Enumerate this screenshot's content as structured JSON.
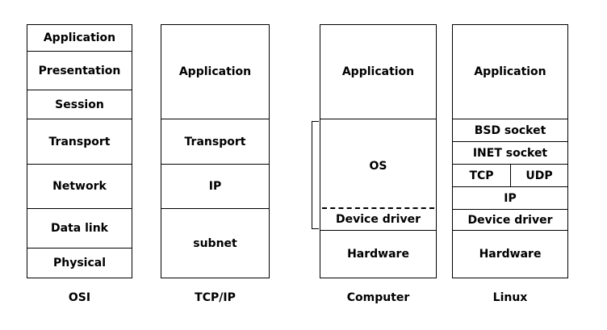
{
  "osi": {
    "caption": "OSI",
    "layers": [
      "Application",
      "Presentation",
      "Session",
      "Transport",
      "Network",
      "Data link",
      "Physical"
    ]
  },
  "tcpip": {
    "caption": "TCP/IP",
    "layers": [
      "Application",
      "Transport",
      "IP",
      "subnet"
    ]
  },
  "computer": {
    "caption": "Computer",
    "layers": [
      "Application",
      "OS",
      "Device driver",
      "Hardware"
    ]
  },
  "linux": {
    "caption": "Linux",
    "layers": [
      "Application",
      "BSD socket",
      "INET socket",
      "TCP",
      "UDP",
      "IP",
      "Device driver",
      "Hardware"
    ]
  }
}
